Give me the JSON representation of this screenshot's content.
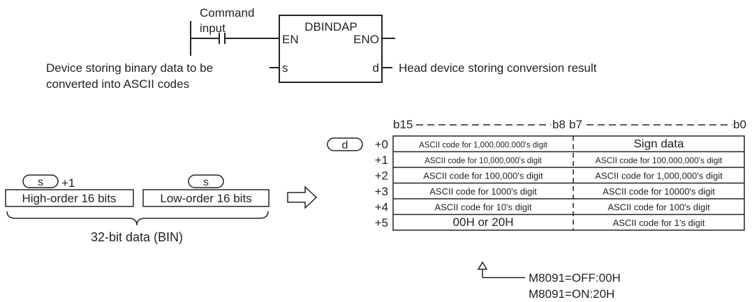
{
  "ladder": {
    "command_line1": "Command",
    "command_line2": "input",
    "instruction": "DBINDAP",
    "en": "EN",
    "eno": "ENO",
    "s_pin": "s",
    "d_pin": "d",
    "s_desc_line1": "Device storing binary data to be",
    "s_desc_line2": "converted into ASCII codes",
    "d_desc": "Head device storing conversion result"
  },
  "source": {
    "s_plus1_tag": "s",
    "s_plus1_offset": "+1",
    "s_tag": "s",
    "high_label": "High-order 16 bits",
    "low_label": "Low-order 16 bits",
    "caption": "32-bit data (BIN)"
  },
  "dest": {
    "d_tag": "d",
    "header_b15": "b15",
    "header_b8": "b8",
    "header_b7": "b7",
    "header_b0": "b0",
    "rows": [
      {
        "offset": "+0",
        "high": "ASCII code for 1,000,000,000's digit",
        "low": "Sign data"
      },
      {
        "offset": "+1",
        "high": "ASCII code for 10,000,000's digit",
        "low": "ASCII code for 100,000,000's digit"
      },
      {
        "offset": "+2",
        "high": "ASCII code for 100,000's digit",
        "low": "ASCII code for 1,000,000's digit"
      },
      {
        "offset": "+3",
        "high": "ASCII code for 1000's digit",
        "low": "ASCII code for 10000's digit"
      },
      {
        "offset": "+4",
        "high": "ASCII code for 10's digit",
        "low": "ASCII code for 100's digit"
      },
      {
        "offset": "+5",
        "high": "00H or 20H",
        "low": "ASCII code for 1's digit"
      }
    ],
    "note_line1": "M8091=OFF:00H",
    "note_line2": "M8091=ON:20H"
  }
}
